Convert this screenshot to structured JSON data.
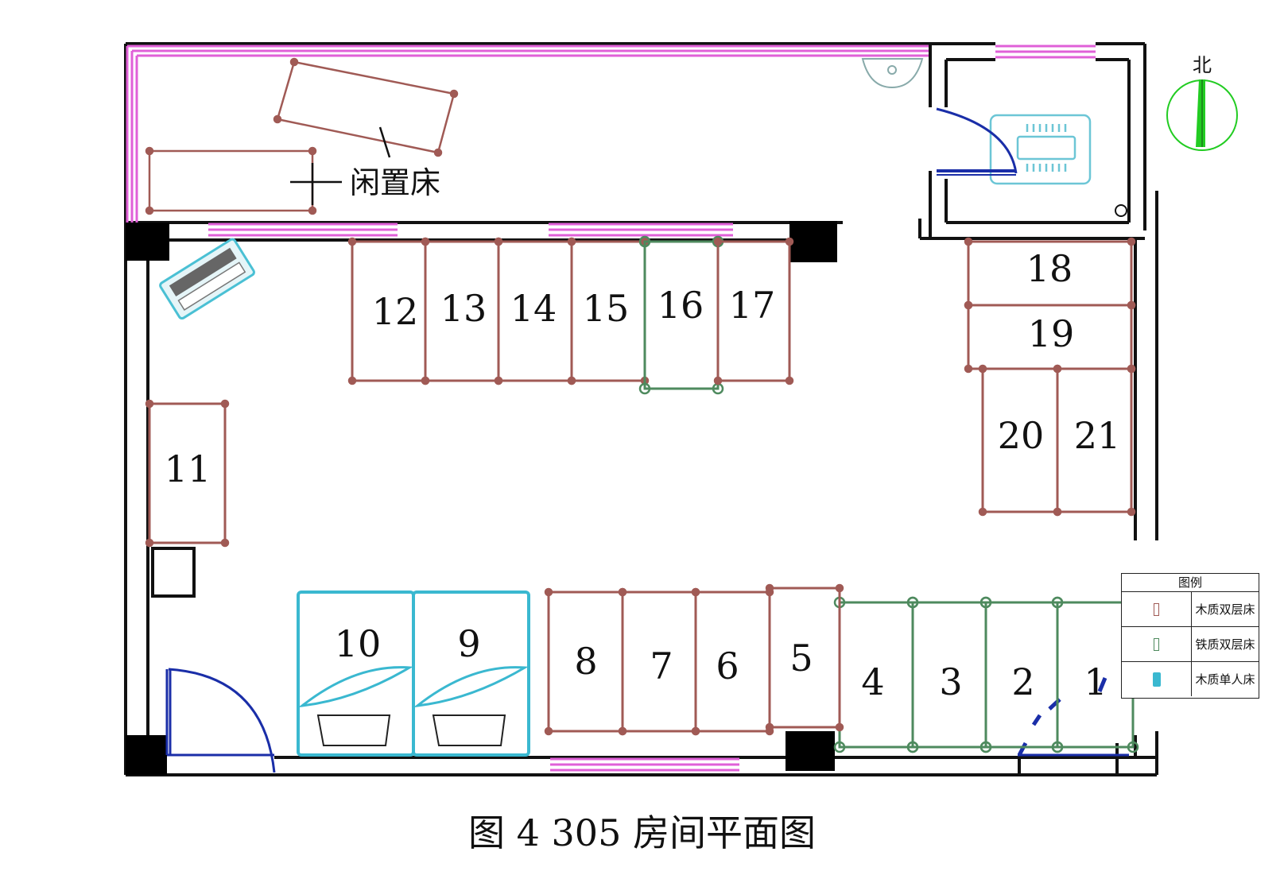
{
  "compass": {
    "label": "北"
  },
  "idle_bed_label": "闲置床",
  "caption": "图 4  305 房间平面图",
  "legend": {
    "title": "图例",
    "items": [
      {
        "label": "木质双层床",
        "color": "#a05a55",
        "kind": "wood-bunk"
      },
      {
        "label": "铁质双层床",
        "color": "#4e8a5e",
        "kind": "iron-bunk"
      },
      {
        "label": "木质单人床",
        "color": "#3ab8d0",
        "kind": "wood-single"
      }
    ]
  },
  "colors": {
    "wall": "#111111",
    "window": "#e060d8",
    "wood_bed": "#a05a55",
    "iron_bed": "#4e8a5e",
    "single_bed": "#3ab8d0",
    "door": "#1a2ea8",
    "compass": "#22cc22"
  },
  "beds": [
    {
      "number": "1",
      "type": "iron"
    },
    {
      "number": "2",
      "type": "iron"
    },
    {
      "number": "3",
      "type": "iron"
    },
    {
      "number": "4",
      "type": "iron"
    },
    {
      "number": "5",
      "type": "wood"
    },
    {
      "number": "6",
      "type": "wood"
    },
    {
      "number": "7",
      "type": "wood"
    },
    {
      "number": "8",
      "type": "wood"
    },
    {
      "number": "9",
      "type": "single"
    },
    {
      "number": "10",
      "type": "single"
    },
    {
      "number": "11",
      "type": "wood"
    },
    {
      "number": "12",
      "type": "wood"
    },
    {
      "number": "13",
      "type": "wood"
    },
    {
      "number": "14",
      "type": "wood"
    },
    {
      "number": "15",
      "type": "wood"
    },
    {
      "number": "16",
      "type": "iron"
    },
    {
      "number": "17",
      "type": "wood"
    },
    {
      "number": "18",
      "type": "wood"
    },
    {
      "number": "19",
      "type": "wood"
    },
    {
      "number": "20",
      "type": "wood"
    },
    {
      "number": "21",
      "type": "wood"
    }
  ]
}
